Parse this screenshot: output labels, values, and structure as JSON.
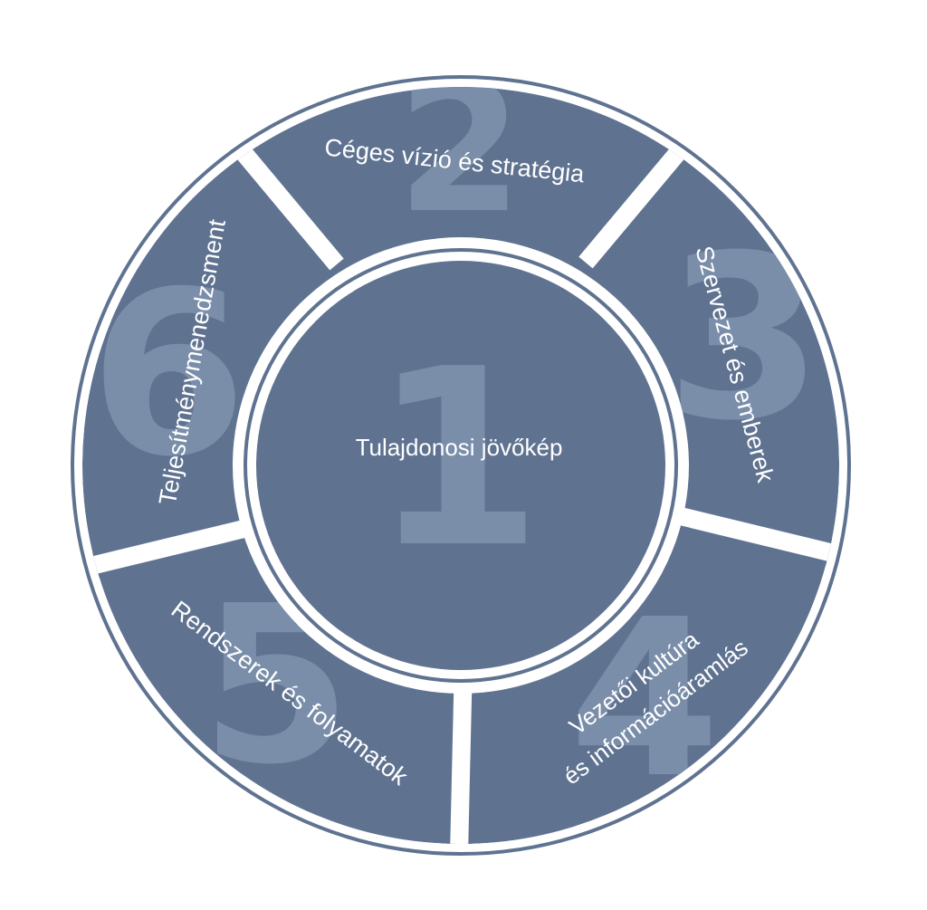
{
  "colors": {
    "fill": "#5f7391",
    "stroke": "#5f7391",
    "gap": "#ffffff",
    "number": "#8093ad",
    "text": "#ffffff"
  },
  "center": {
    "number": "1",
    "label": "Tulajdonosi jövőkép"
  },
  "segments": [
    {
      "number": "2",
      "lines": [
        "Céges vízió és stratégia"
      ]
    },
    {
      "number": "3",
      "lines": [
        "Szervezet és emberek"
      ]
    },
    {
      "number": "4",
      "lines": [
        "Vezetői kultúra",
        "és információáramlás"
      ]
    },
    {
      "number": "5",
      "lines": [
        "Rendszerek és folyamatok"
      ]
    },
    {
      "number": "6",
      "lines": [
        "Teljesítménymenedzsment"
      ]
    }
  ]
}
